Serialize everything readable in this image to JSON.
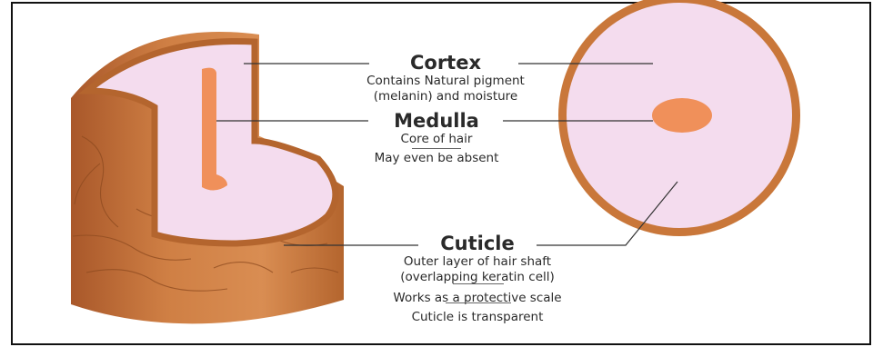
{
  "diagram": {
    "cortex": {
      "title": "Cortex",
      "desc_line1": "Contains Natural pigment",
      "desc_line2": "(melanin) and moisture"
    },
    "medulla": {
      "title": "Medulla",
      "desc_line1": "Core of hair",
      "desc_line2": "May even be absent"
    },
    "cuticle": {
      "title": "Cuticle",
      "desc_line1": "Outer layer of hair shaft",
      "desc_line2": "(overlapping keratin cell)",
      "desc_line3": "Works as a protective scale",
      "desc_line4": "Cuticle is transparent"
    },
    "colors": {
      "cuticle": "#c9773a",
      "cortex": "#f4dcee",
      "medulla": "#f0905a",
      "outline": "#b4652e"
    }
  }
}
